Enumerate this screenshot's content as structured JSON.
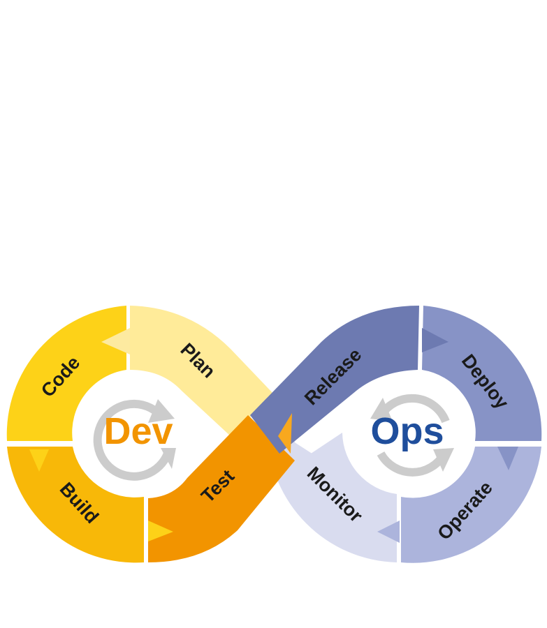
{
  "hubs": {
    "dev": {
      "label": "Dev",
      "color": "#f29400"
    },
    "ops": {
      "label": "Ops",
      "color": "#1f4e9c"
    }
  },
  "stages": [
    {
      "id": "plan",
      "label": "Plan",
      "color": "#ffeb99"
    },
    {
      "id": "code",
      "label": "Code",
      "color": "#fdd218"
    },
    {
      "id": "build",
      "label": "Build",
      "color": "#f8b808"
    },
    {
      "id": "test",
      "label": "Test",
      "color": "#f29400"
    },
    {
      "id": "release",
      "label": "Release",
      "color": "#6d7ab1"
    },
    {
      "id": "deploy",
      "label": "Deploy",
      "color": "#8793c6"
    },
    {
      "id": "operate",
      "label": "Operate",
      "color": "#acb4dc"
    },
    {
      "id": "monitor",
      "label": "Monitor",
      "color": "#d9dcef"
    }
  ],
  "cycle_icon_color": "#cccccc"
}
